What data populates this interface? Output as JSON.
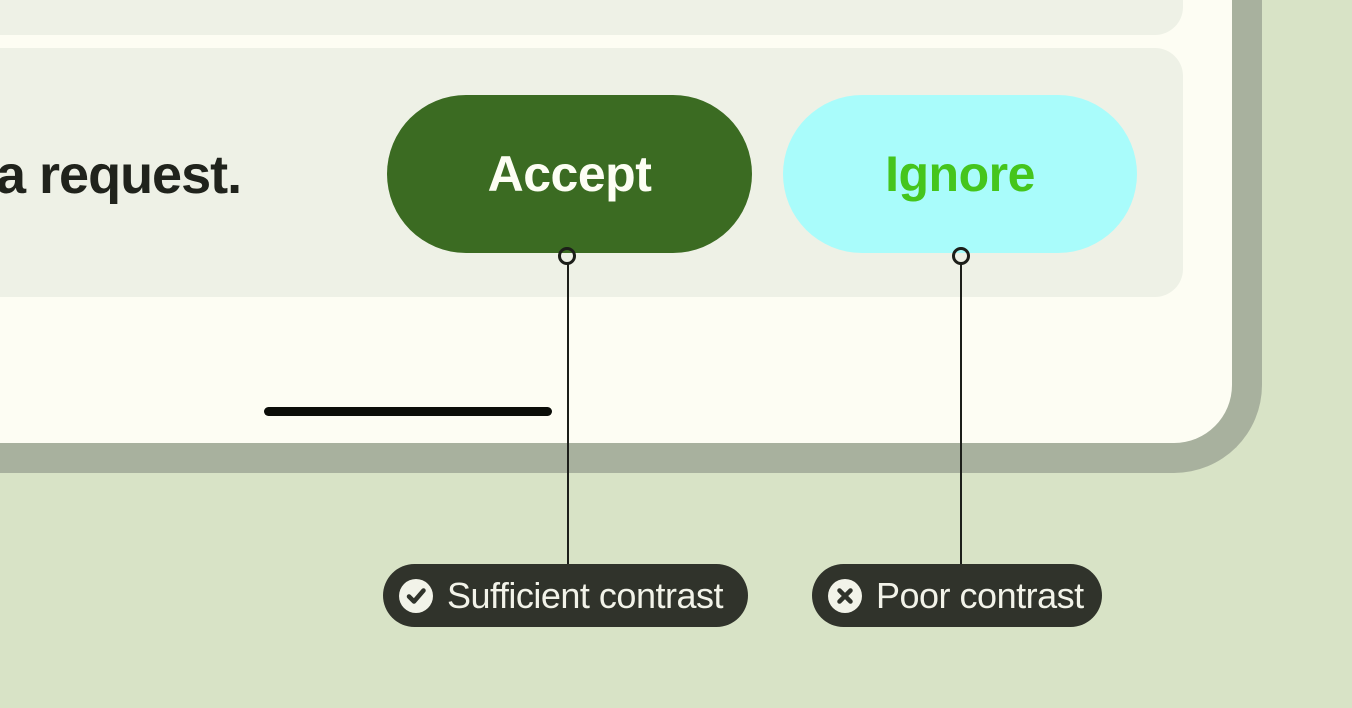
{
  "colors": {
    "page_background": "#d8e3c6",
    "card_background": "#fdfdf3",
    "card_edge": "#a8b19e",
    "panel_background": "#eef1e6",
    "message_text": "#20231c",
    "accept_button_bg": "#3b6b22",
    "accept_button_fg": "#fdfef4",
    "ignore_button_bg": "#a9fcfb",
    "ignore_button_fg": "#45c51c",
    "annotation_bg": "#30332b",
    "annotation_fg": "#f2f3e9",
    "callout_line": "#1c1e19",
    "indicator_bar": "#0b0d08"
  },
  "mock_ui": {
    "message_text": "a request.",
    "accept_button": {
      "label": "Accept"
    },
    "ignore_button": {
      "label": "Ignore"
    }
  },
  "annotations": {
    "sufficient": {
      "label": "Sufficient contrast",
      "icon": "check-icon"
    },
    "poor": {
      "label": "Poor contrast",
      "icon": "x-icon"
    }
  }
}
